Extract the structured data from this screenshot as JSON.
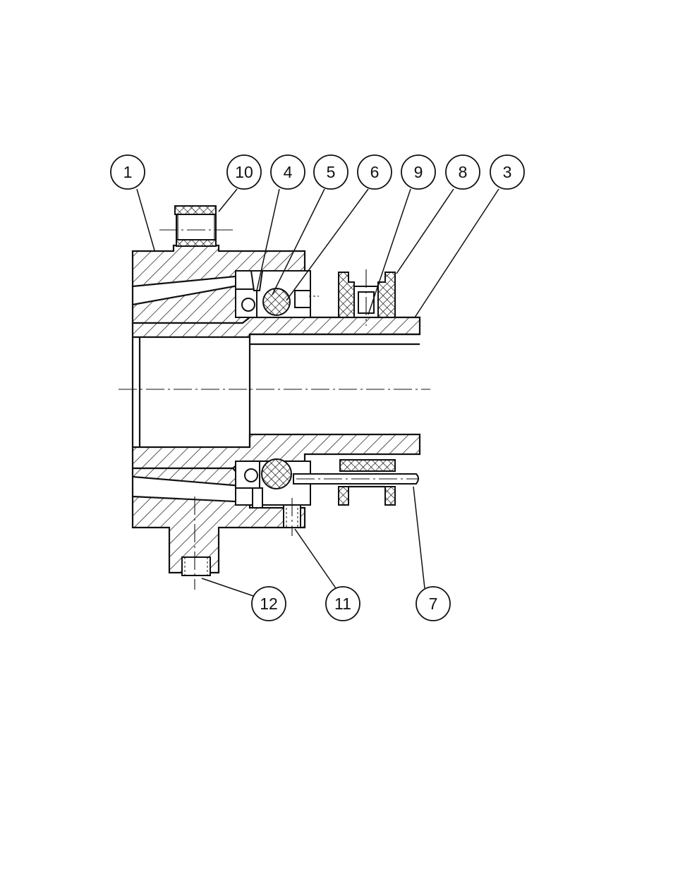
{
  "callouts": [
    {
      "id": "1",
      "label": "1"
    },
    {
      "id": "10",
      "label": "10"
    },
    {
      "id": "4",
      "label": "4"
    },
    {
      "id": "5",
      "label": "5"
    },
    {
      "id": "6",
      "label": "6"
    },
    {
      "id": "9",
      "label": "9"
    },
    {
      "id": "8",
      "label": "8"
    },
    {
      "id": "3",
      "label": "3"
    },
    {
      "id": "12",
      "label": "12"
    },
    {
      "id": "11",
      "label": "11"
    },
    {
      "id": "7",
      "label": "7"
    }
  ],
  "colors": {
    "ink": "#111111",
    "paper": "#ffffff"
  }
}
